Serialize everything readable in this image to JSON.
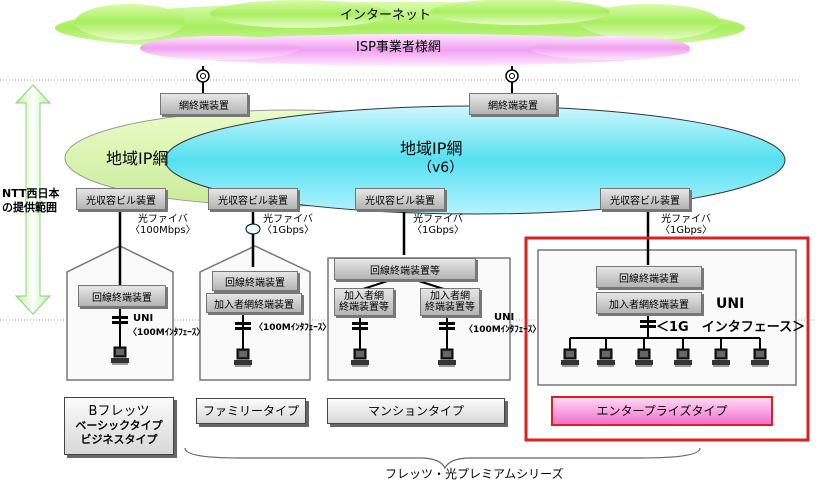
{
  "cloud": {
    "internet": "インターネット",
    "isp": "ISP事業者様網"
  },
  "net_terminal": "網終端装置",
  "regional": {
    "v4": "地域IP網",
    "v6_line1": "地域IP網",
    "v6_line2": "（v6）"
  },
  "scope_label": {
    "line1": "NTT西日本",
    "line2": "の提供範囲"
  },
  "building_device": "光収容ビル装置",
  "fibers": [
    {
      "label": "光ファイバ",
      "speed": "〈100Mbps〉"
    },
    {
      "label": "光ファイバ",
      "speed": "〈1Gbps〉"
    },
    {
      "label": "光ファイバ",
      "speed": "〈1Gbps〉"
    },
    {
      "label": "光ファイバ",
      "speed": "〈1Gbps〉"
    }
  ],
  "devices": {
    "line_terminal": "回線終端装置",
    "subscriber_terminal": "加入者網終端装置",
    "line_terminal_etc": "回線終端装置等",
    "subscriber_terminal_etc_1": "加入者網",
    "subscriber_terminal_etc_2": "終端装置等"
  },
  "uni": {
    "label": "UNI",
    "if_100m": "〈100Mｲﾝﾀﾌｪｰｽ〉",
    "big_label": "UNI",
    "big_if": "＜1G　インタフェース＞"
  },
  "plans": {
    "b_flets": {
      "line1": "Bフレッツ",
      "line2": "ベーシックタイプ",
      "line3": "ビジネスタイプ"
    },
    "family": "ファミリータイプ",
    "mansion": "マンションタイプ",
    "enterprise": "エンタープライズタイプ"
  },
  "series_label": "フレッツ・光プレミアムシリーズ",
  "colors": {
    "highlight": "#e02020",
    "enterprise_fill": "#f070d0",
    "v6_cloud": "#44ddee",
    "v4_cloud": "#ddf5b0",
    "internet_cloud": "#b8f070",
    "isp_cloud": "#f0a0f0"
  }
}
